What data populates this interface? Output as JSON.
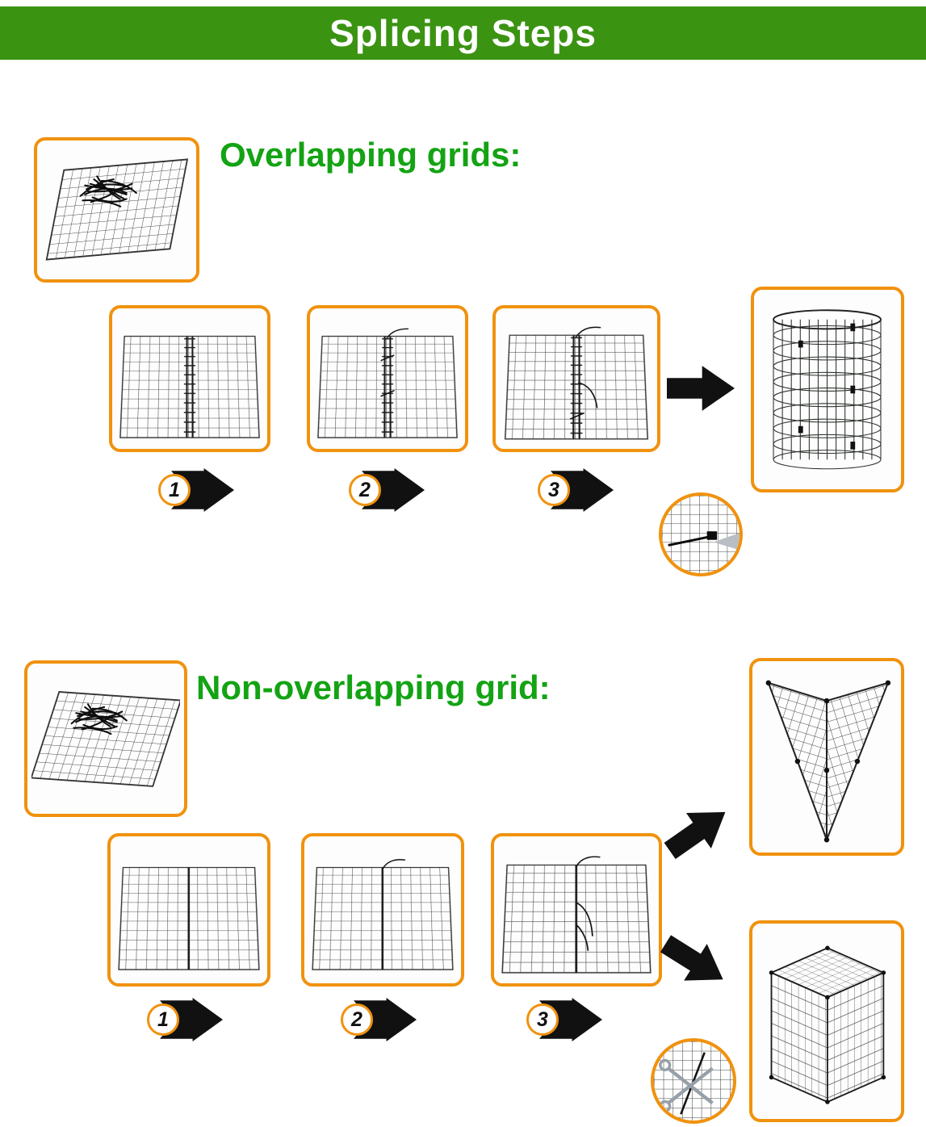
{
  "banner": {
    "title": "Splicing Steps"
  },
  "sections": {
    "overlapping": {
      "heading": "Overlapping grids:",
      "steps": [
        "1",
        "2",
        "3"
      ]
    },
    "non_overlapping": {
      "heading": "Non-overlapping grid:",
      "steps": [
        "1",
        "2",
        "3"
      ]
    }
  },
  "colors": {
    "banner_green": "#3B9312",
    "heading_green": "#13A313",
    "border_orange": "#F0920E",
    "arrow_black": "#111111"
  }
}
